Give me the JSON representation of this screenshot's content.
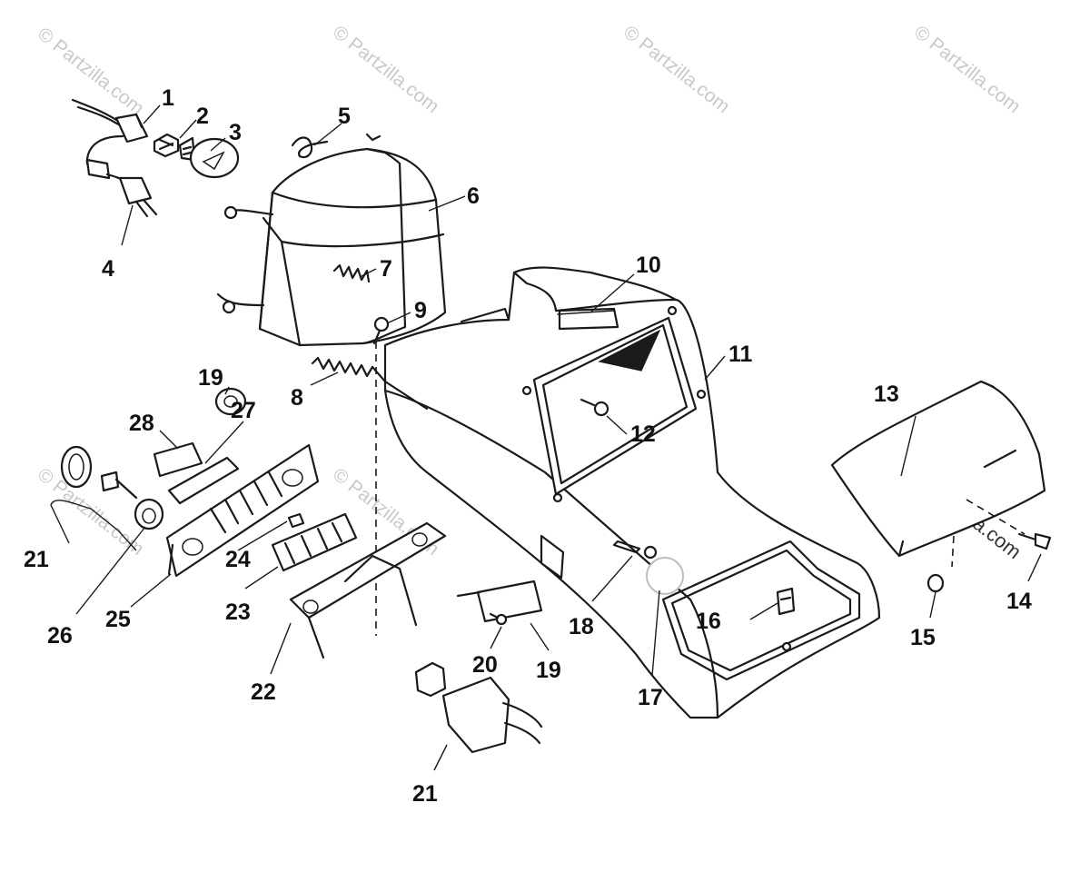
{
  "watermark": "© Partzilla.com",
  "callouts": {
    "c1": "1",
    "c2": "2",
    "c3": "3",
    "c4": "4",
    "c5": "5",
    "c6": "6",
    "c7": "7",
    "c8": "8",
    "c9": "9",
    "c10": "10",
    "c11": "11",
    "c12": "12",
    "c13": "13",
    "c14": "14",
    "c15": "15",
    "c16": "16",
    "c17": "17",
    "c18": "18",
    "c19a": "19",
    "c19b": "19",
    "c20": "20",
    "c21a": "21",
    "c21b": "21",
    "c22": "22",
    "c23": "23",
    "c24": "24",
    "c25": "25",
    "c26": "26",
    "c27": "27",
    "c28": "28"
  }
}
